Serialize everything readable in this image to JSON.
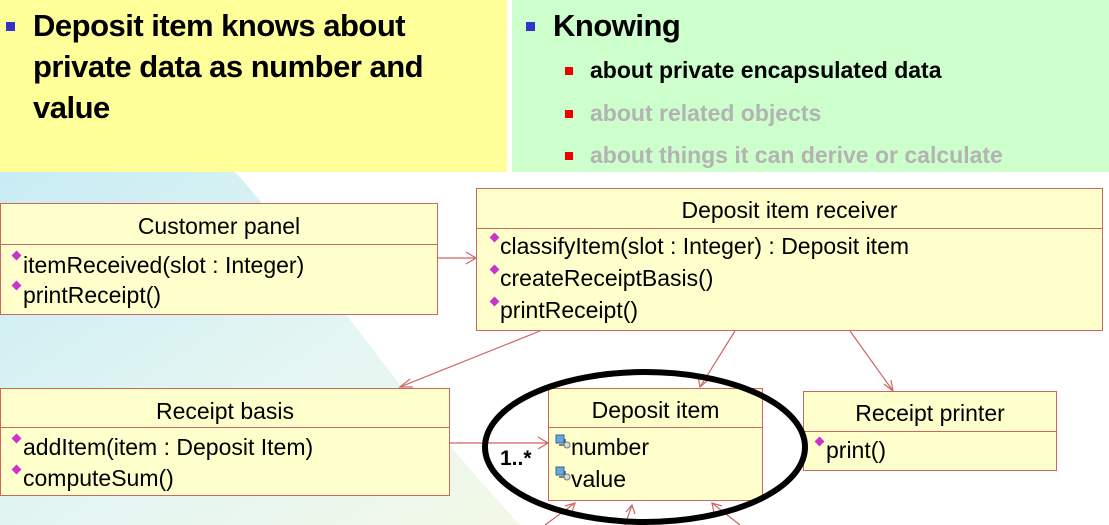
{
  "left_panel": {
    "lines": [
      "Deposit item knows about",
      "private data as number and",
      "value"
    ]
  },
  "right_panel": {
    "title": "Knowing",
    "items": [
      {
        "label": "about private encapsulated data",
        "state": "active"
      },
      {
        "label": "about related objects",
        "state": "faded"
      },
      {
        "label": "about things it can derive or calculate",
        "state": "faded"
      }
    ]
  },
  "classes": {
    "customer_panel": {
      "name": "Customer panel",
      "operations": [
        "itemReceived(slot : Integer)",
        "printReceipt()"
      ]
    },
    "deposit_item_receiver": {
      "name": "Deposit item receiver",
      "operations": [
        "classifyItem(slot : Integer) : Deposit item",
        "createReceiptBasis()",
        "printReceipt()"
      ]
    },
    "receipt_basis": {
      "name": "Receipt basis",
      "operations": [
        "addItem(item : Deposit Item)",
        "computeSum()"
      ]
    },
    "deposit_item": {
      "name": "Deposit item",
      "attributes": [
        "number",
        "value"
      ]
    },
    "receipt_printer": {
      "name": "Receipt printer",
      "operations": [
        "print()"
      ]
    }
  },
  "multiplicity": "1..*",
  "colors": {
    "left_panel_bg": "#ffff99",
    "right_panel_bg": "#ccffcc",
    "class_fill": "#ffffcc",
    "class_border": "#cc6666",
    "highlight_ellipse": "#000000",
    "faded_text": "#b3b3b3"
  }
}
